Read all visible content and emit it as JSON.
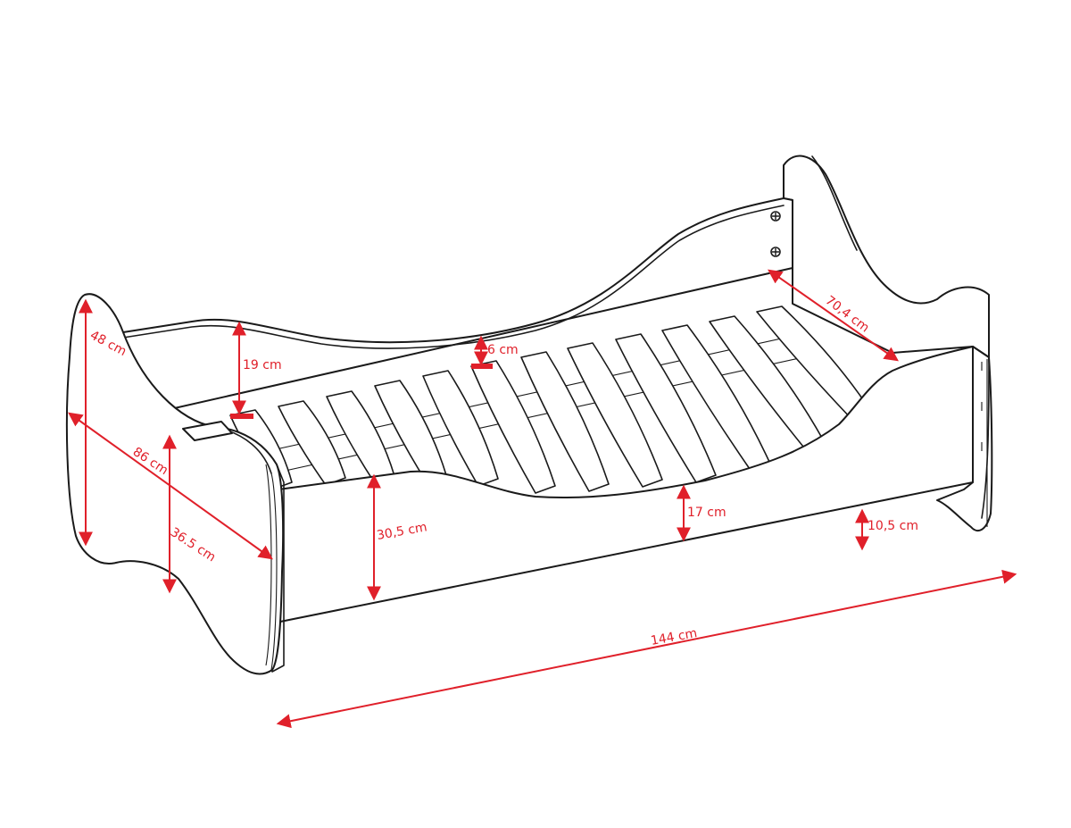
{
  "colors": {
    "dimension": "#e0202a",
    "outline": "#1a1a1a",
    "background": "#ffffff"
  },
  "dimensions": {
    "headboard_height": "48 cm",
    "depth": "86 cm",
    "footboard_height": "36.5 cm",
    "rail_top_height": "19 cm",
    "slat_drop": "6 cm",
    "side_rail_height": "30,5 cm",
    "rail_bottom_gap": "17 cm",
    "floor_clearance": "10,5 cm",
    "inner_width": "70,4 cm",
    "length": "144 cm"
  },
  "icons": {
    "bolt": "screw-icon",
    "arrow": "arrow-icon"
  }
}
